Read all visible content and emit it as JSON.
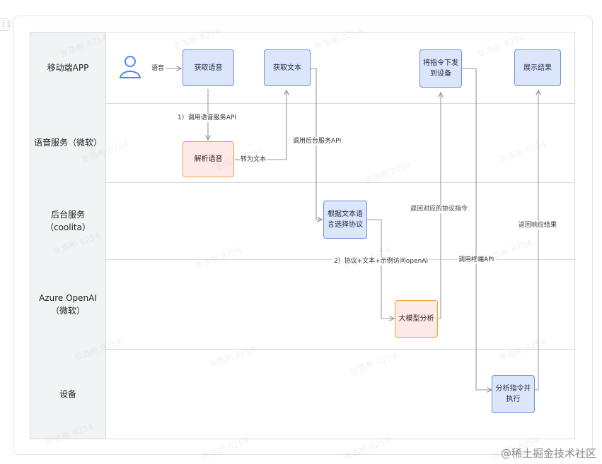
{
  "lanes": [
    {
      "label": "移动端APP"
    },
    {
      "label": "语音服务（微软）"
    },
    {
      "label": "后台服务\n（coolita）"
    },
    {
      "label": "Azure OpenAI\n（微软）"
    },
    {
      "label": "设备"
    }
  ],
  "actor": {
    "icon": "user-icon"
  },
  "nodes": {
    "get_voice": "获取语音",
    "parse_voice": "解析语音",
    "get_text": "获取文本",
    "choose_protocol": "根据文本语\n言选择协议",
    "model_analysis": "大模型分析",
    "send_cmd": "将指令下发\n到设备",
    "analyze_exec": "分析指令并\n执行",
    "show_result": "展示结果"
  },
  "edge_labels": {
    "voice": "语音",
    "call_voice_api": "1）调用语音服务API",
    "to_text": "转为文本",
    "call_backend_api": "调用后台服务API",
    "protocol_access": "2）协议+文本+示例访问openAI",
    "return_protocol_cmd": "返回对应的协议指令",
    "call_device_api": "调用终端API",
    "return_result": "返回响应结果"
  },
  "watermark": {
    "text": "张浩彬 8254"
  },
  "footer_watermark": "@稀土掘金技术社区",
  "colors": {
    "process_fill": "#dce6fb",
    "process_border": "#6d8fe0",
    "service_fill": "#fde9e6",
    "service_border": "#f0a040",
    "lane_header": "#f2f3f5",
    "actor": "#4a8af4",
    "edge": "#9a9a9a"
  }
}
